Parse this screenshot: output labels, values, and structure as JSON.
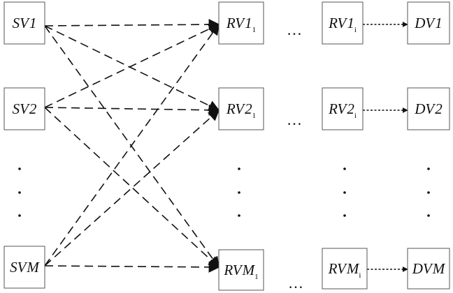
{
  "diagram": {
    "nodes": [
      {
        "id": "sv1",
        "base": "SV",
        "idx": "1",
        "sub": ""
      },
      {
        "id": "sv2",
        "base": "SV",
        "idx": "2",
        "sub": ""
      },
      {
        "id": "svm",
        "base": "SV",
        "idx": "M",
        "sub": ""
      },
      {
        "id": "rv1_1",
        "base": "RV",
        "idx": "1",
        "sub": "1"
      },
      {
        "id": "rv2_1",
        "base": "RV",
        "idx": "2",
        "sub": "1"
      },
      {
        "id": "rvm_1",
        "base": "RV",
        "idx": "M",
        "sub": "1"
      },
      {
        "id": "rv1_i",
        "base": "RV",
        "idx": "1",
        "sub": "i"
      },
      {
        "id": "rv2_i",
        "base": "RV",
        "idx": "2",
        "sub": "i"
      },
      {
        "id": "rvm_i",
        "base": "RV",
        "idx": "M",
        "sub": "i"
      },
      {
        "id": "dv1",
        "base": "DV",
        "idx": "1",
        "sub": ""
      },
      {
        "id": "dv2",
        "base": "DV",
        "idx": "2",
        "sub": ""
      },
      {
        "id": "dvm",
        "base": "DV",
        "idx": "M",
        "sub": ""
      }
    ],
    "edges": [
      {
        "from": "sv1",
        "to": "rv1_1",
        "style": "long"
      },
      {
        "from": "sv1",
        "to": "rv2_1",
        "style": "long"
      },
      {
        "from": "sv1",
        "to": "rvm_1",
        "style": "long"
      },
      {
        "from": "sv2",
        "to": "rv1_1",
        "style": "long"
      },
      {
        "from": "sv2",
        "to": "rv2_1",
        "style": "long"
      },
      {
        "from": "sv2",
        "to": "rvm_1",
        "style": "long"
      },
      {
        "from": "svm",
        "to": "rv1_1",
        "style": "long"
      },
      {
        "from": "svm",
        "to": "rv2_1",
        "style": "long"
      },
      {
        "from": "svm",
        "to": "rvm_1",
        "style": "long"
      },
      {
        "from": "rv1_i",
        "to": "dv1",
        "style": "short"
      },
      {
        "from": "rv2_i",
        "to": "dv2",
        "style": "short"
      },
      {
        "from": "rvm_i",
        "to": "dvm",
        "style": "short"
      }
    ],
    "horizontal_ellipsis": "…",
    "ellipsis_rows": [
      "row1",
      "row2",
      "rowm"
    ],
    "vertical_dot_columns": [
      "sv",
      "rv1",
      "rvi",
      "dv"
    ]
  }
}
